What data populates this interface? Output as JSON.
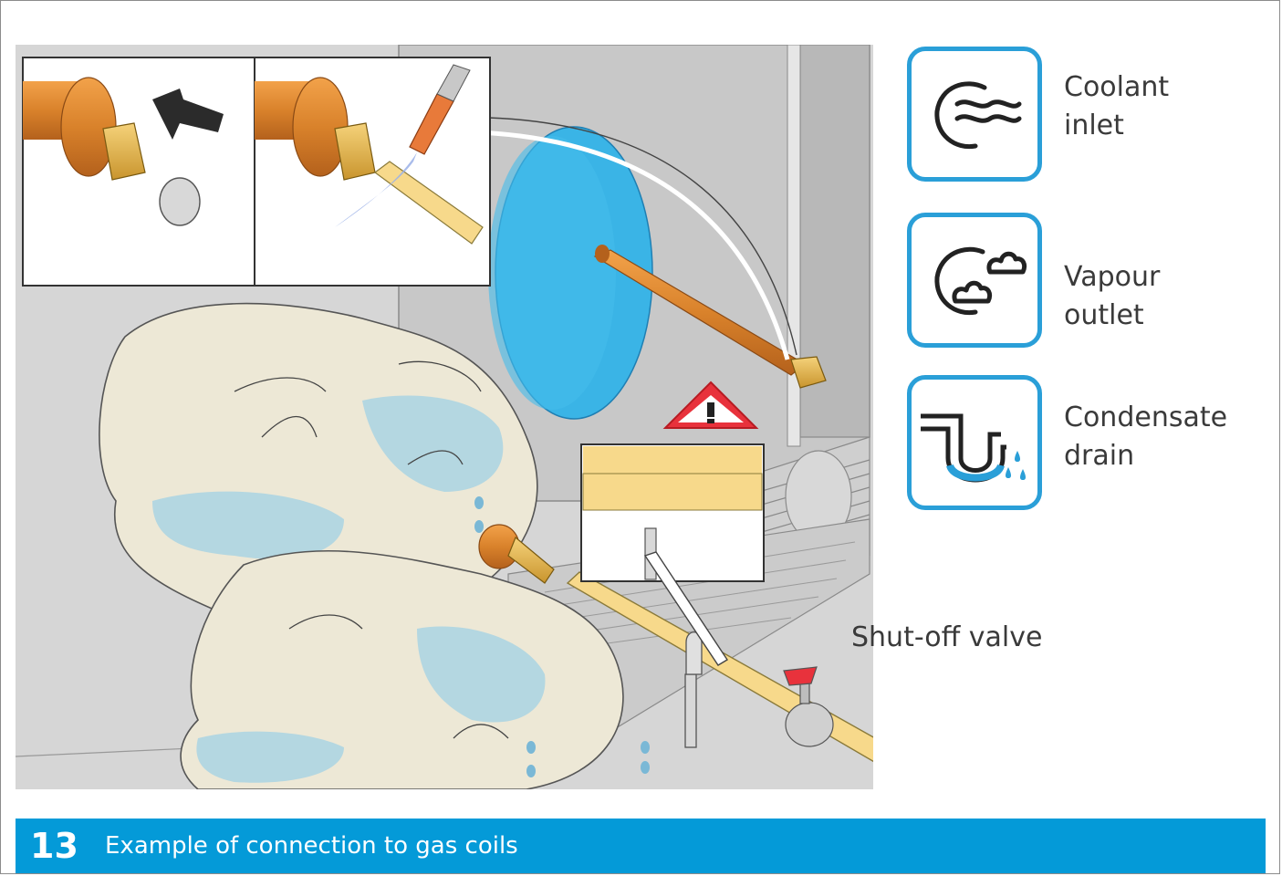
{
  "legend": {
    "items": [
      {
        "icon": "coolant-inlet-icon",
        "label": "Coolant inlet"
      },
      {
        "icon": "vapour-outlet-icon",
        "label": "Vapour outlet"
      },
      {
        "icon": "condensate-drain-icon",
        "label": "Condensate drain"
      }
    ]
  },
  "diagram": {
    "valve_label": "Shut-off valve",
    "warning_icon": "warning-triangle-icon"
  },
  "caption": {
    "number": "13",
    "text": "Example of connection to gas coils"
  },
  "colors": {
    "accent": "#049ad8",
    "icon_border": "#2a9fd8",
    "pipe": "#f7d98b",
    "copper": "#d9822b",
    "insulation": "#3ab4e6",
    "cloth": "#ede8d6",
    "wall": "#d4d4d4",
    "warning_red": "#e8323c"
  }
}
